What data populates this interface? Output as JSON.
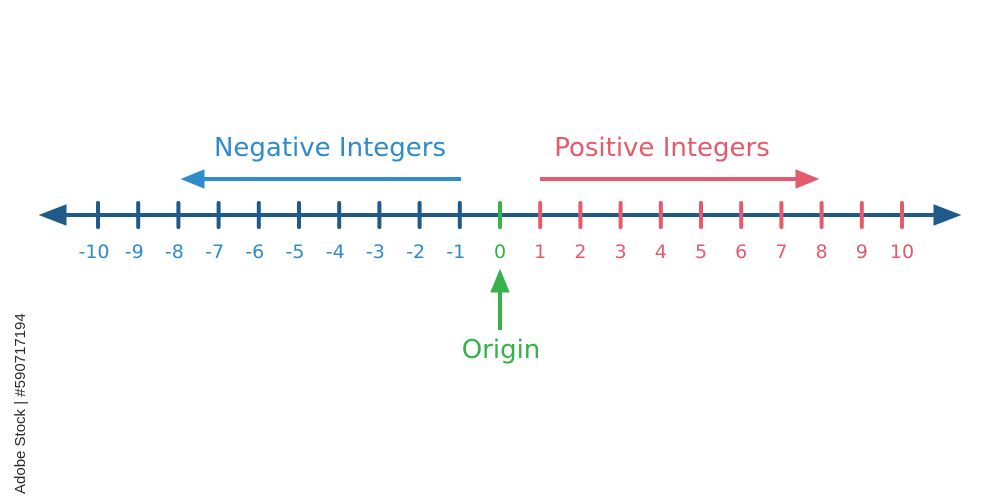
{
  "labels": {
    "negative": "Negative Integers",
    "positive": "Positive Integers",
    "origin": "Origin"
  },
  "ticks": [
    {
      "value": -10,
      "label": "-10"
    },
    {
      "value": -9,
      "label": "-9"
    },
    {
      "value": -8,
      "label": "-8"
    },
    {
      "value": -7,
      "label": "-7"
    },
    {
      "value": -6,
      "label": "-6"
    },
    {
      "value": -5,
      "label": "-5"
    },
    {
      "value": -4,
      "label": "-4"
    },
    {
      "value": -3,
      "label": "-3"
    },
    {
      "value": -2,
      "label": "-2"
    },
    {
      "value": -1,
      "label": "-1"
    },
    {
      "value": 0,
      "label": "0"
    },
    {
      "value": 1,
      "label": "1"
    },
    {
      "value": 2,
      "label": "2"
    },
    {
      "value": 3,
      "label": "3"
    },
    {
      "value": 4,
      "label": "4"
    },
    {
      "value": 5,
      "label": "5"
    },
    {
      "value": 6,
      "label": "6"
    },
    {
      "value": 7,
      "label": "7"
    },
    {
      "value": 8,
      "label": "8"
    },
    {
      "value": 9,
      "label": "9"
    },
    {
      "value": 10,
      "label": "10"
    }
  ],
  "colors": {
    "axis": "#1f5a8a",
    "negative": "#2f8ccb",
    "positive": "#e65a6e",
    "origin": "#35b34a"
  },
  "credit": "Adobe Stock | #590717194"
}
